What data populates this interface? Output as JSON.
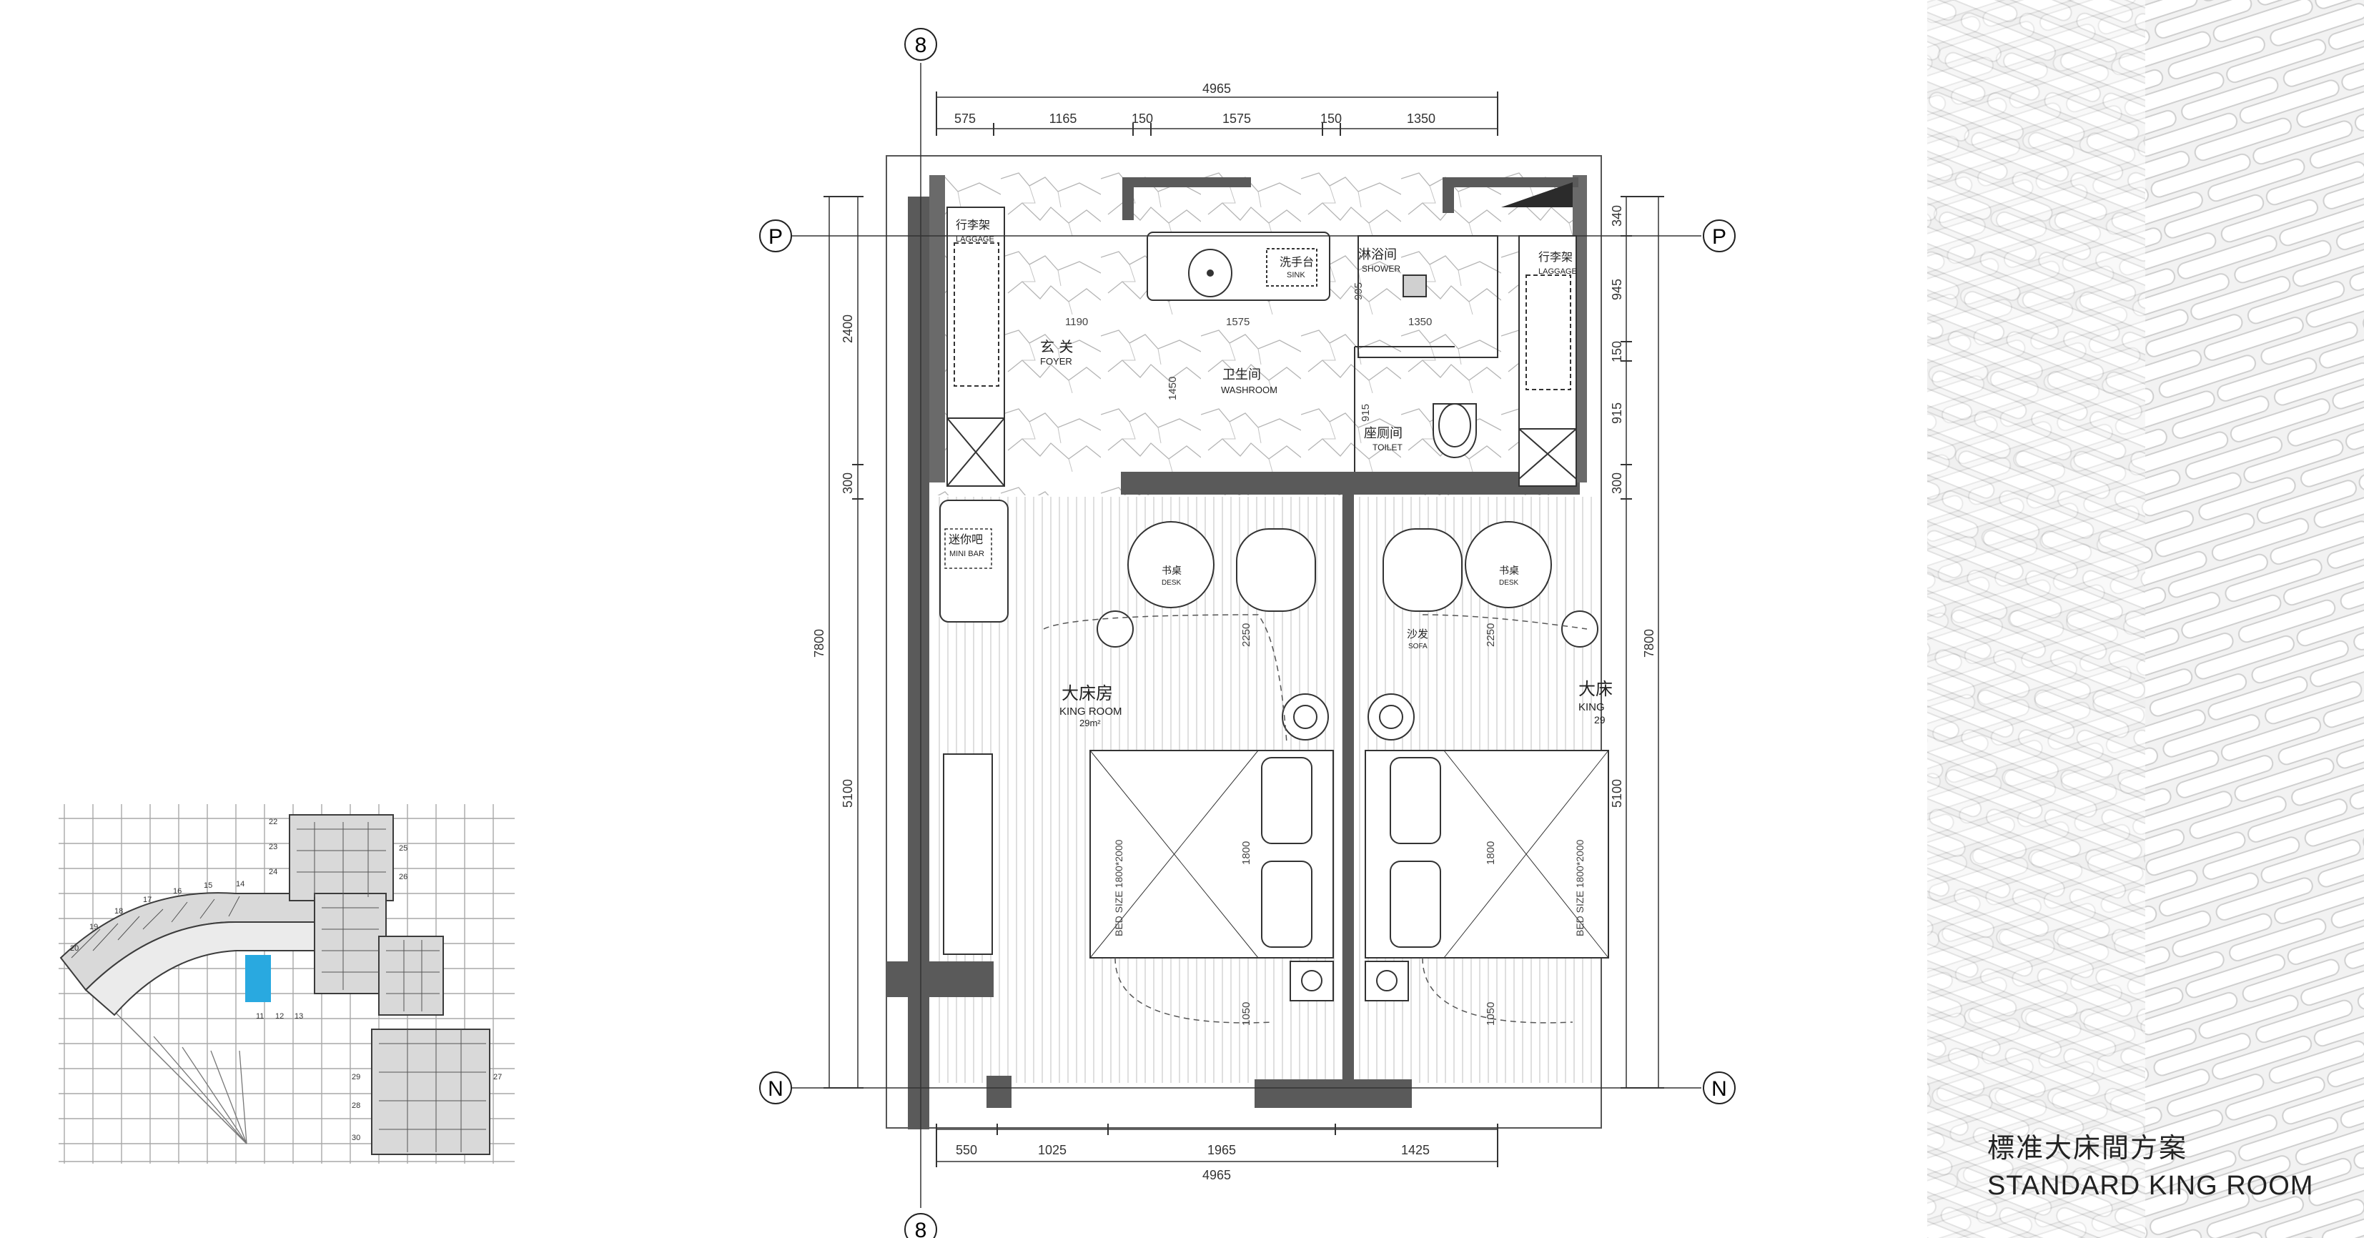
{
  "title": {
    "cn": "標准大床間方案",
    "en": "STANDARD KING ROOM"
  },
  "grid_markers": {
    "top": "8",
    "bottom": "8",
    "left_top": "P",
    "right_top": "P",
    "left_bottom": "N",
    "right_bottom": "N"
  },
  "dims_top": {
    "total": "4965",
    "segments": [
      "575",
      "1165",
      "150",
      "1575",
      "150",
      "1350"
    ]
  },
  "dims_bottom": {
    "total": "4965",
    "segments": [
      "550",
      "1025",
      "1965",
      "1425"
    ]
  },
  "dims_left": {
    "upper": "2400",
    "mid": "300",
    "total": "7800",
    "lower": "5100"
  },
  "dims_right": {
    "a": "340",
    "b": "945",
    "c": "150",
    "d": "915",
    "e": "300",
    "total": "7800",
    "lower": "5100"
  },
  "rooms": {
    "luggage_left": {
      "cn": "行李架",
      "en": "LAGGAGE"
    },
    "luggage_right": {
      "cn": "行李架",
      "en": "LAGGAGE"
    },
    "sink": {
      "cn": "洗手台",
      "en": "SINK"
    },
    "shower": {
      "cn": "淋浴间",
      "en": "SHOWER"
    },
    "foyer": {
      "cn": "玄 关",
      "en": "FOYER"
    },
    "washroom": {
      "cn": "卫生间",
      "en": "WASHROOM"
    },
    "toilet": {
      "cn": "座厕间",
      "en": "TOILET"
    },
    "minibar": {
      "cn": "迷你吧",
      "en": "MINI BAR"
    },
    "desk_left": {
      "cn": "书桌",
      "en": "DESK"
    },
    "desk_right": {
      "cn": "书桌",
      "en": "DESK"
    },
    "sofa": {
      "cn": "沙发",
      "en": "SOFA"
    },
    "king_left": {
      "cn": "大床房",
      "en": "KING ROOM",
      "area": "29m²"
    },
    "king_right": {
      "cn": "大床",
      "en": "KING",
      "area": "29"
    }
  },
  "inner_dims": {
    "d1190": "1190",
    "d1575": "1575",
    "d1350": "1350",
    "d1450": "1450",
    "d915": "915",
    "d2250": "2250",
    "d2250b": "2250",
    "d1800": "1800",
    "d1800b": "1800",
    "d1050": "1050",
    "d1050b": "1050",
    "d995": "995"
  },
  "bed_size": "BED SIZE 1800*2000",
  "keyplan": {
    "left_numbers": [
      "20",
      "19",
      "18",
      "17",
      "16",
      "15",
      "14"
    ],
    "top_numbers": [
      "22",
      "23",
      "24",
      "25",
      "26"
    ],
    "mid_numbers": [
      "11",
      "12",
      "13"
    ],
    "bottom_numbers": [
      "29",
      "28",
      "27",
      "30"
    ]
  }
}
